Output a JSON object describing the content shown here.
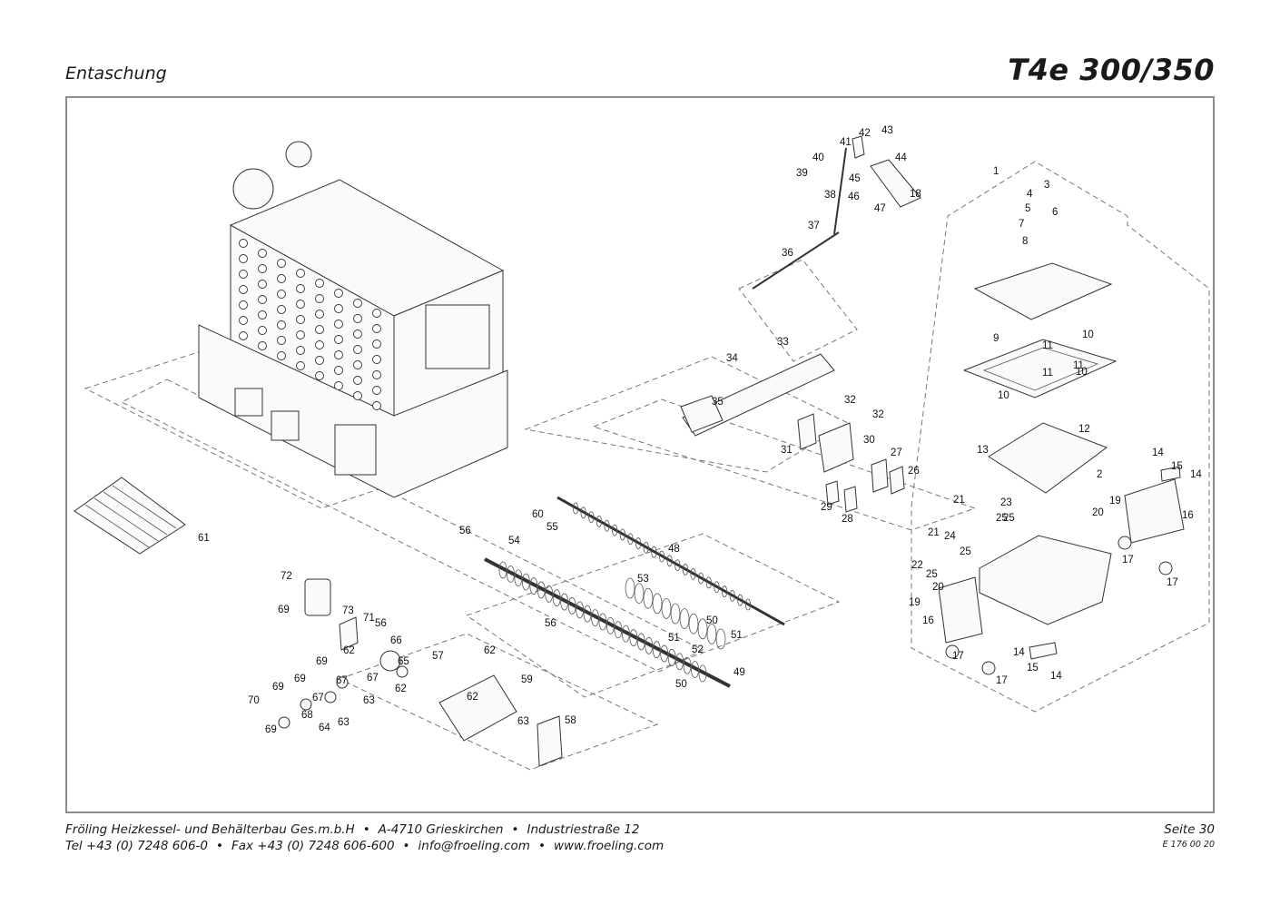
{
  "header": {
    "section": "Entaschung",
    "model": "T4e 300/350"
  },
  "footer": {
    "company": "Fröling Heizkessel- und Behälterbau Ges.m.b.H",
    "city": "A-4710 Grieskirchen",
    "street": "Industriestraße 12",
    "tel": "Tel +43 (0) 7248 606-0",
    "fax": "Fax +43 (0) 7248 606-600",
    "email": "info@froeling.com",
    "web": "www.froeling.com",
    "page": "Seite 30",
    "doc_number": "E 176 00 20"
  },
  "callouts": [
    "1",
    "2",
    "3",
    "4",
    "5",
    "6",
    "7",
    "8",
    "9",
    "10",
    "10",
    "10",
    "11",
    "11",
    "11",
    "12",
    "13",
    "14",
    "14",
    "14",
    "14",
    "15",
    "15",
    "16",
    "16",
    "17",
    "17",
    "17",
    "17",
    "18",
    "19",
    "19",
    "20",
    "20",
    "21",
    "21",
    "22",
    "23",
    "24",
    "25",
    "25",
    "25",
    "25",
    "26",
    "27",
    "28",
    "29",
    "30",
    "31",
    "32",
    "32",
    "33",
    "34",
    "35",
    "36",
    "37",
    "38",
    "39",
    "40",
    "41",
    "42",
    "43",
    "44",
    "45",
    "46",
    "47",
    "48",
    "49",
    "50",
    "50",
    "51",
    "51",
    "52",
    "53",
    "54",
    "55",
    "56",
    "56",
    "56",
    "57",
    "58",
    "59",
    "60",
    "61",
    "62",
    "62",
    "62",
    "62",
    "63",
    "63",
    "63",
    "64",
    "65",
    "66",
    "67",
    "67",
    "67",
    "68",
    "69",
    "69",
    "69",
    "69",
    "69",
    "70",
    "71",
    "72",
    "73"
  ]
}
